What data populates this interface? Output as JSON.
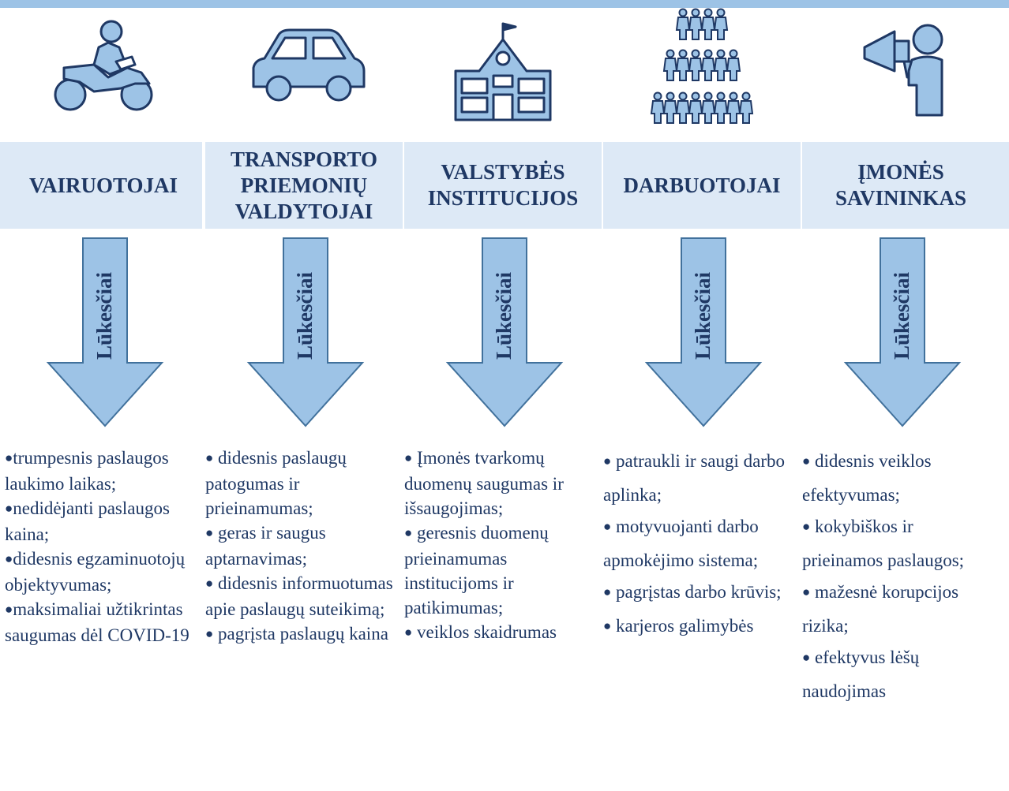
{
  "columns": [
    {
      "icon": "motorcycle-rider-icon",
      "stakeholder": "VAIRUOTOJAI",
      "arrow_label": "Lūkesčiai",
      "expectations": [
        "trumpesnis paslaugos laukimo laikas;",
        "nedidėjanti paslaugos kaina;",
        "didesnis egzaminuotojų objektyvumas;",
        "maksimaliai užtikrintas saugumas dėl COVID-19"
      ]
    },
    {
      "icon": "car-icon",
      "stakeholder": "TRANSPORTO\nPRIEMONIŲ\nVALDYTOJAI",
      "arrow_label": "Lūkesčiai",
      "expectations": [
        " didesnis paslaugų patogumas ir prieinamumas;",
        " geras ir saugus aptarnavimas;",
        " didesnis informuotumas apie paslaugų suteikimą;",
        " pagrįsta paslaugų kaina"
      ]
    },
    {
      "icon": "school-building-icon",
      "stakeholder": "VALSTYBĖS\nINSTITUCIJOS",
      "arrow_label": "Lūkesčiai",
      "expectations": [
        " Įmonės tvarkomų duomenų saugumas ir išsaugojimas;",
        " geresnis duomenų prieinamumas institucijoms ir patikimumas;",
        " veiklos skaidrumas"
      ]
    },
    {
      "icon": "crowd-of-people-icon",
      "stakeholder": "DARBUOTOJAI",
      "arrow_label": "Lūkesčiai",
      "expectations": [
        " patraukli ir saugi darbo aplinka;",
        " motyvuojanti darbo apmokėjimo sistema;",
        " pagrįstas darbo krūvis;",
        " karjeros galimybės"
      ]
    },
    {
      "icon": "person-megaphone-icon",
      "stakeholder": "ĮMONĖS\nSAVININKAS",
      "arrow_label": "Lūkesčiai",
      "expectations": [
        " didesnis veiklos efektyvumas;",
        " kokybiškos ir prieinamos paslaugos;",
        " mažesnė korupcijos rizika;",
        " efektyvus lėšų naudojimas"
      ]
    }
  ],
  "bullet_symbol": "●",
  "colors": {
    "top_bar": "#9dc3e6",
    "band": "#dde9f6",
    "arrow_fill": "#9dc3e6",
    "arrow_stroke": "#41719c",
    "text": "#1f3864",
    "icon_fill": "#9dc3e6",
    "icon_stroke": "#1f3864"
  }
}
